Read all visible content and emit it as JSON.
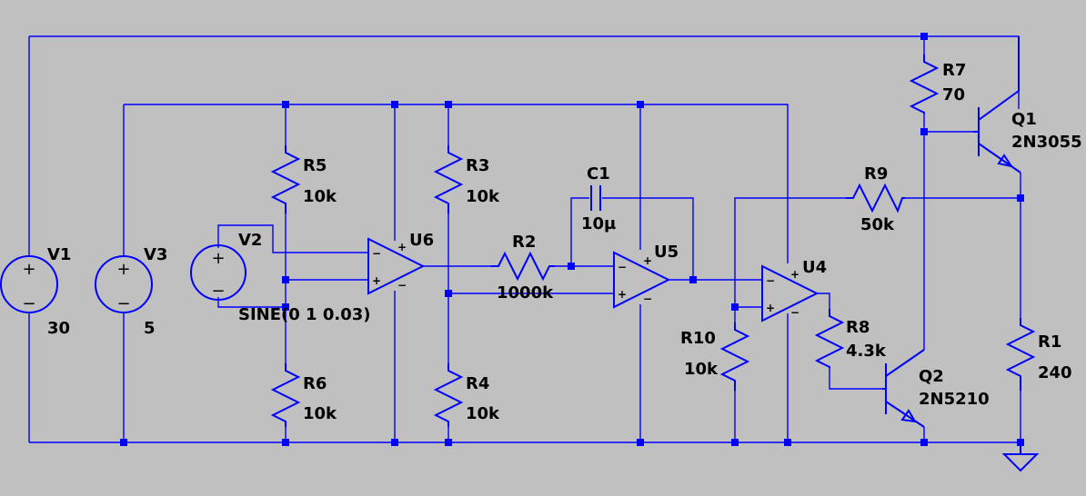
{
  "components": [
    {
      "ref": "V1",
      "value": "30"
    },
    {
      "ref": "V3",
      "value": "5"
    },
    {
      "ref": "V2",
      "value": "SINE(0 1 0.03)"
    },
    {
      "ref": "R5",
      "value": "10k"
    },
    {
      "ref": "R6",
      "value": "10k"
    },
    {
      "ref": "R3",
      "value": "10k"
    },
    {
      "ref": "R4",
      "value": "10k"
    },
    {
      "ref": "R2",
      "value": "1000k"
    },
    {
      "ref": "C1",
      "value": "10µ"
    },
    {
      "ref": "R9",
      "value": "50k"
    },
    {
      "ref": "R10",
      "value": "10k"
    },
    {
      "ref": "R8",
      "value": "4.3k"
    },
    {
      "ref": "R7",
      "value": "70"
    },
    {
      "ref": "R1",
      "value": "240"
    },
    {
      "ref": "Q1",
      "value": "2N3055"
    },
    {
      "ref": "Q2",
      "value": "2N5210"
    },
    {
      "ref": "U6",
      "value": ""
    },
    {
      "ref": "U5",
      "value": ""
    },
    {
      "ref": "U4",
      "value": ""
    }
  ],
  "symbols": {
    "plus": "+",
    "minus": "−",
    "plus_small": "+",
    "minus_small": "−"
  },
  "colors": {
    "background": "#c0c0c0",
    "wire": "#0000ff",
    "text": "#000000"
  }
}
